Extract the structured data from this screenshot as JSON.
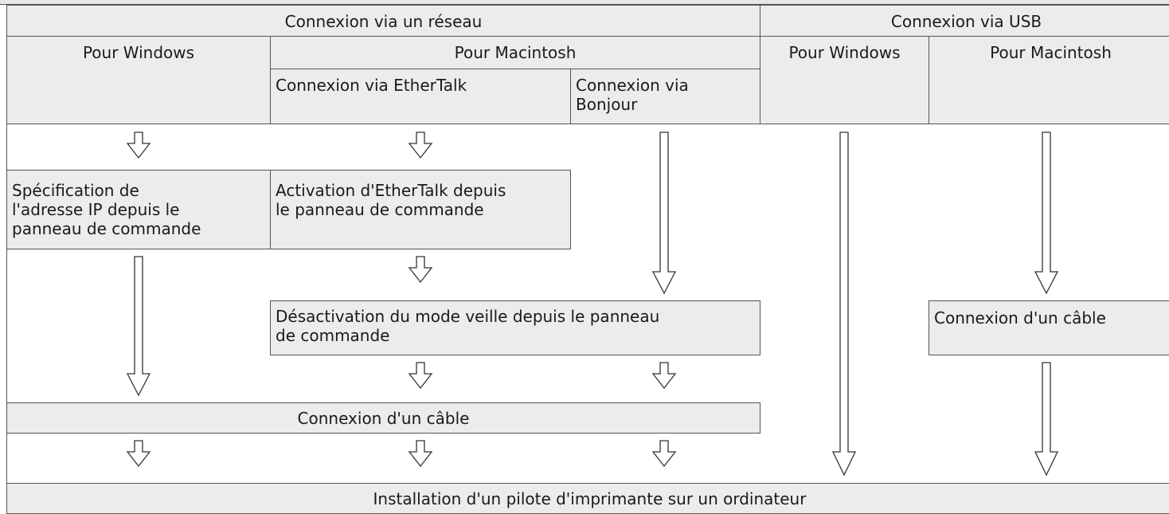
{
  "header": {
    "network": "Connexion via un réseau",
    "usb": "Connexion via USB",
    "net_windows": "Pour Windows",
    "net_mac": "Pour Macintosh",
    "ethertalk": "Connexion via EtherTalk",
    "bonjour_line1": "Connexion via",
    "bonjour_line2": "Bonjour",
    "usb_windows": "Pour Windows",
    "usb_mac": "Pour Macintosh"
  },
  "steps": {
    "ip_line1": "Spécification de",
    "ip_line2": "l'adresse IP depuis le",
    "ip_line3": "panneau de commande",
    "ethertalk_line1": "Activation d'EtherTalk depuis",
    "ethertalk_line2": "le panneau de commande",
    "sleep_line1": "Désactivation du mode veille depuis le panneau",
    "sleep_line2": "de commande",
    "usb_cable": "Connexion d'un câble",
    "net_cable": "Connexion d'un câble",
    "install": "Installation d'un pilote d'imprimante sur un ordinateur"
  }
}
